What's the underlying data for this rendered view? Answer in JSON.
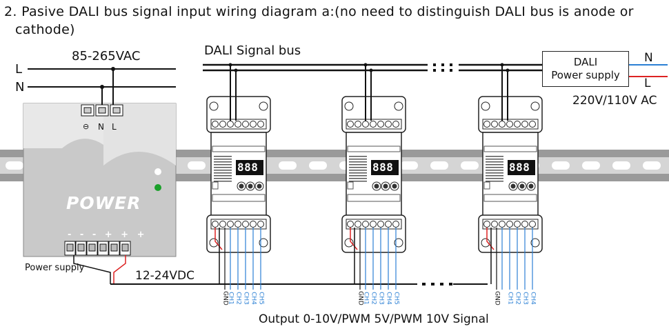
{
  "title_line1": "2. Pasive DALI bus signal input wiring diagram a:(no need to distinguish DALI bus is anode or",
  "title_line2": "cathode)",
  "ac_label": "85-265VAC",
  "line_L": "L",
  "line_N": "N",
  "bus_label": "DALI Signal bus",
  "dali_ps_line1": "DALI",
  "dali_ps_line2": "Power supply",
  "dali_N": "N",
  "dali_L": "L",
  "dali_voltage": "220V/110V AC",
  "psu_brand": "POWER",
  "psu_term_left": "⊖",
  "psu_term_n": "N",
  "psu_term_l": "L",
  "psu_minus_plus": "- - - + + +",
  "psu_label": "Power supply",
  "dc_label": "12-24VDC",
  "output_label": "Output 0-10V/PWM 5V/PWM 10V Signal",
  "display_value": "888",
  "channels": [
    "GND",
    "CH1",
    "CH2",
    "CH3",
    "CH4",
    "CH5"
  ],
  "colors": {
    "blue": "#2a7fd4",
    "red": "#d22",
    "wire": "#111",
    "rail": "#8c8c8c",
    "psu": "#c8c8c8"
  }
}
